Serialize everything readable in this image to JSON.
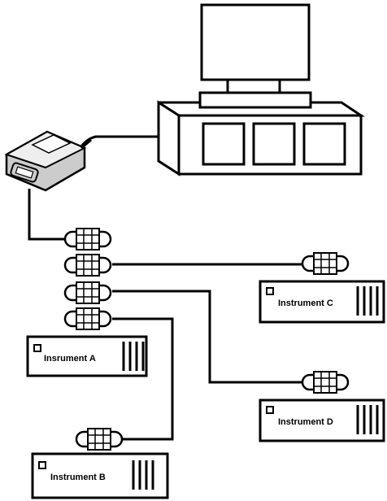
{
  "diagram": {
    "instruments": {
      "a": {
        "label": "Insrument A"
      },
      "b": {
        "label": "Instrument B"
      },
      "c": {
        "label": "Instrument C"
      },
      "d": {
        "label": "Instrument D"
      }
    },
    "colors": {
      "stroke": "#000000",
      "fill": "#ffffff",
      "shadow": "#cccccc",
      "adapter_highlight": "#eeeeee"
    }
  }
}
